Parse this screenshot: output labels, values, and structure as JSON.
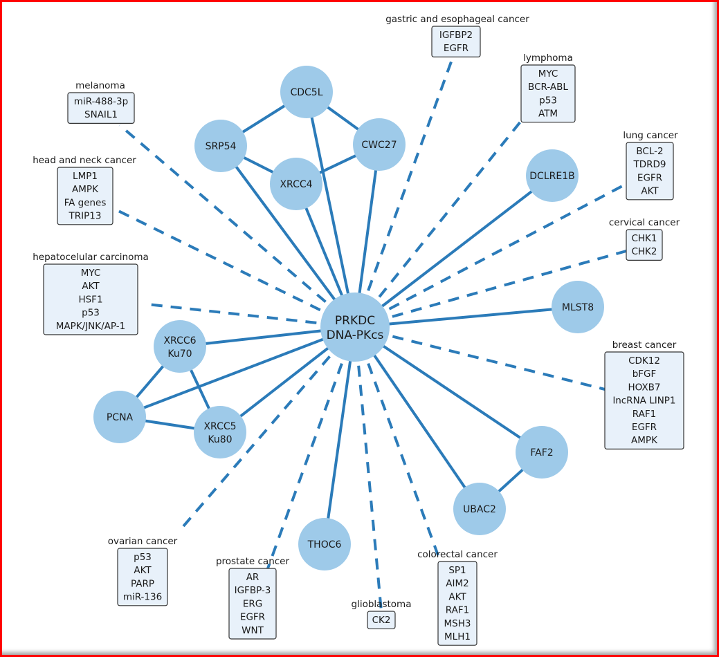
{
  "colors": {
    "edge": "#2b7bb9",
    "node": "#9ecae9",
    "box_fill": "#e8f1fa",
    "box_stroke": "#333333",
    "border": "#ff0000"
  },
  "center": {
    "line1": "PRKDC",
    "line2": "DNA-PKcs"
  },
  "proteins": [
    {
      "id": "cdc5l",
      "label": "CDC5L"
    },
    {
      "id": "srp54",
      "label": "SRP54"
    },
    {
      "id": "cwc27",
      "label": "CWC27"
    },
    {
      "id": "xrcc4",
      "label": "XRCC4"
    },
    {
      "id": "dclre1b",
      "label": "DCLRE1B"
    },
    {
      "id": "mlst8",
      "label": "MLST8"
    },
    {
      "id": "xrcc6",
      "label": "XRCC6",
      "label2": "Ku70"
    },
    {
      "id": "pcna",
      "label": "PCNA"
    },
    {
      "id": "xrcc5",
      "label": "XRCC5",
      "label2": "Ku80"
    },
    {
      "id": "faf2",
      "label": "FAF2"
    },
    {
      "id": "ubac2",
      "label": "UBAC2"
    },
    {
      "id": "thoc6",
      "label": "THOC6"
    }
  ],
  "cancers": [
    {
      "id": "gastric",
      "title": "gastric and esophageal cancer",
      "genes": [
        "IGFBP2",
        "EGFR"
      ]
    },
    {
      "id": "lymphoma",
      "title": "lymphoma",
      "genes": [
        "MYC",
        "BCR-ABL",
        "p53",
        "ATM"
      ]
    },
    {
      "id": "melanoma",
      "title": "melanoma",
      "genes": [
        "miR-488-3p",
        "SNAIL1"
      ]
    },
    {
      "id": "headneck",
      "title": "head and neck cancer",
      "genes": [
        "LMP1",
        "AMPK",
        "FA genes",
        "TRIP13"
      ]
    },
    {
      "id": "lung",
      "title": "lung cancer",
      "genes": [
        "BCL-2",
        "TDRD9",
        "EGFR",
        "AKT"
      ]
    },
    {
      "id": "cervical",
      "title": "cervical cancer",
      "genes": [
        "CHK1",
        "CHK2"
      ]
    },
    {
      "id": "hepato",
      "title": "hepatocelular carcinoma",
      "genes": [
        "MYC",
        "AKT",
        "HSF1",
        "p53",
        "MAPK/JNK/AP-1"
      ]
    },
    {
      "id": "breast",
      "title": "breast cancer",
      "genes": [
        "CDK12",
        "bFGF",
        "HOXB7",
        "lncRNA LINP1",
        "RAF1",
        "EGFR",
        "AMPK"
      ]
    },
    {
      "id": "ovarian",
      "title": "ovarian cancer",
      "genes": [
        "p53",
        "AKT",
        "PARP",
        "miR-136"
      ]
    },
    {
      "id": "prostate",
      "title": "prostate cancer",
      "genes": [
        "AR",
        "IGFBP-3",
        "ERG",
        "EGFR",
        "WNT"
      ]
    },
    {
      "id": "glioblastoma",
      "title": "glioblastoma",
      "genes": [
        "CK2"
      ]
    },
    {
      "id": "colorectal",
      "title": "colorectal cancer",
      "genes": [
        "SP1",
        "AIM2",
        "AKT",
        "RAF1",
        "MSH3",
        "MLH1"
      ]
    }
  ],
  "solid_edges": [
    [
      "center",
      "cdc5l"
    ],
    [
      "center",
      "srp54"
    ],
    [
      "center",
      "cwc27"
    ],
    [
      "center",
      "xrcc4"
    ],
    [
      "center",
      "dclre1b"
    ],
    [
      "center",
      "mlst8"
    ],
    [
      "center",
      "xrcc6"
    ],
    [
      "center",
      "pcna"
    ],
    [
      "center",
      "xrcc5"
    ],
    [
      "center",
      "faf2"
    ],
    [
      "center",
      "ubac2"
    ],
    [
      "center",
      "thoc6"
    ],
    [
      "cdc5l",
      "srp54"
    ],
    [
      "cdc5l",
      "cwc27"
    ],
    [
      "srp54",
      "xrcc4"
    ],
    [
      "xrcc4",
      "cwc27"
    ],
    [
      "xrcc6",
      "pcna"
    ],
    [
      "xrcc6",
      "xrcc5"
    ],
    [
      "pcna",
      "xrcc5"
    ],
    [
      "faf2",
      "ubac2"
    ]
  ],
  "dashed_edges": [
    "gastric",
    "lymphoma",
    "melanoma",
    "headneck",
    "lung",
    "cervical",
    "hepato",
    "breast",
    "ovarian",
    "prostate",
    "glioblastoma",
    "colorectal"
  ]
}
